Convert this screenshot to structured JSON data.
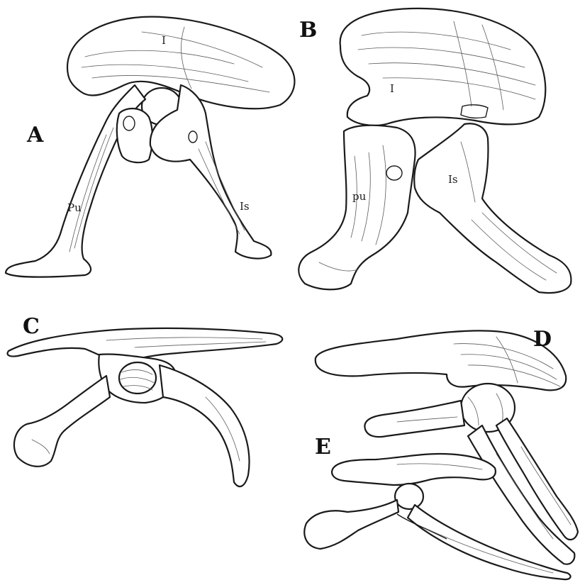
{
  "panels": {
    "a": {
      "letter": "A",
      "labels": {
        "ilium": "I",
        "pubis": "Pu",
        "ischium": "Is"
      }
    },
    "b": {
      "letter": "B",
      "labels": {
        "ilium": "I",
        "pubis": "pu",
        "ischium": "Is"
      }
    },
    "c": {
      "letter": "C"
    },
    "d": {
      "letter": "D"
    },
    "e": {
      "letter": "E"
    }
  }
}
